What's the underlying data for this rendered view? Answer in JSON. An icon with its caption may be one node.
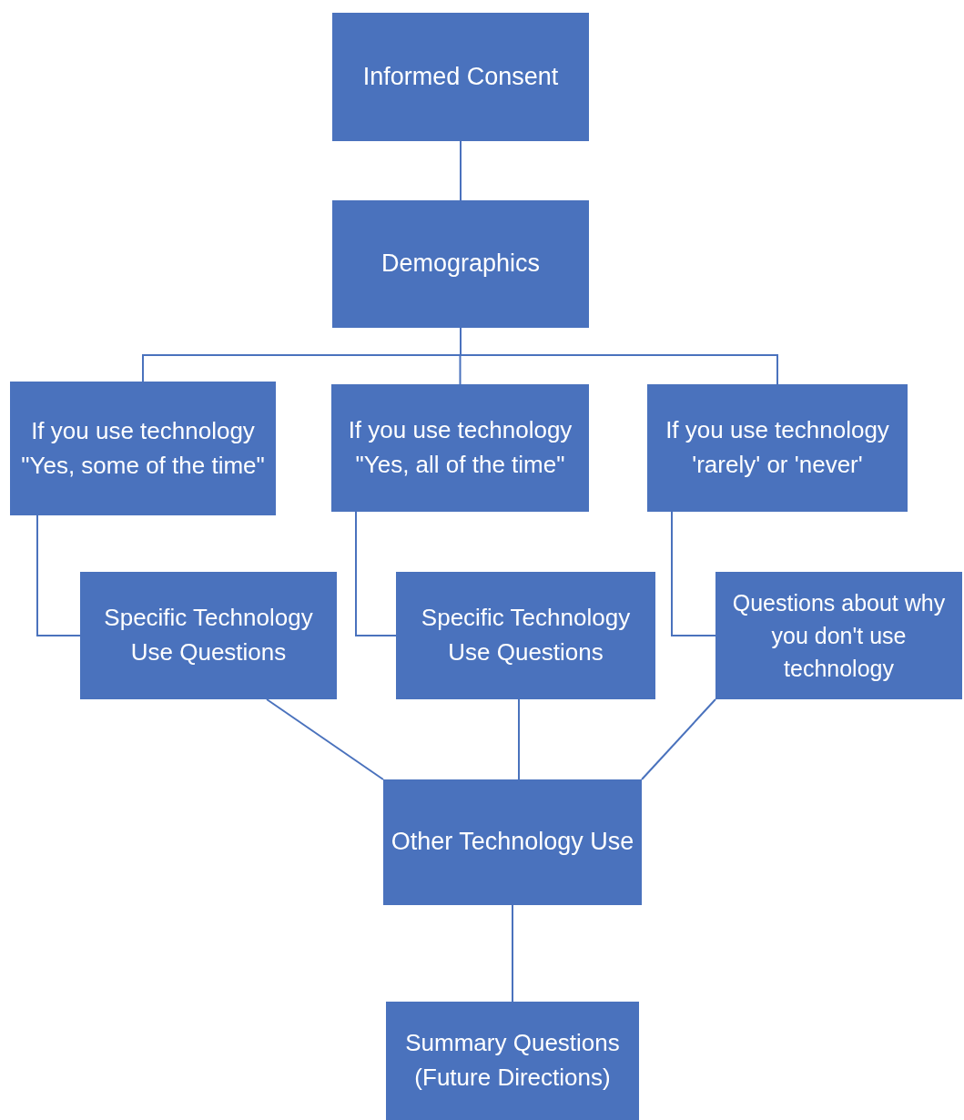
{
  "diagram": {
    "nodes": [
      {
        "text": [
          "Informed Consent"
        ]
      },
      {
        "text": [
          "Demographics"
        ]
      },
      {
        "text": [
          "If you use technology \"Yes, some of the time\""
        ]
      },
      {
        "text": [
          "If you use technology \"Yes, all of the time\""
        ]
      },
      {
        "text": [
          "If you use technology 'rarely' or 'never'"
        ]
      },
      {
        "text": [
          "Specific Technology Use Questions"
        ]
      },
      {
        "text": [
          "Specific Technology Use Questions"
        ]
      },
      {
        "text": [
          "Questions about why you don't use technology"
        ]
      },
      {
        "text": [
          "Other Technology Use"
        ]
      },
      {
        "text": [
          "Summary Questions (Future Directions)"
        ]
      }
    ],
    "edges": [
      {
        "from": 0,
        "to": 1,
        "arrow": "none"
      },
      {
        "from": 1,
        "to": 2,
        "arrow": "none"
      },
      {
        "from": 1,
        "to": 3,
        "arrow": "none"
      },
      {
        "from": 1,
        "to": 4,
        "arrow": "none"
      },
      {
        "from": 2,
        "to": 5,
        "arrow": "none"
      },
      {
        "from": 3,
        "to": 6,
        "arrow": "none"
      },
      {
        "from": 4,
        "to": 7,
        "arrow": "none"
      },
      {
        "from": 5,
        "to": 8,
        "arrow": "none"
      },
      {
        "from": 6,
        "to": 8,
        "arrow": "none"
      },
      {
        "from": 7,
        "to": 8,
        "arrow": "none"
      },
      {
        "from": 8,
        "to": 9,
        "arrow": "none"
      }
    ]
  }
}
